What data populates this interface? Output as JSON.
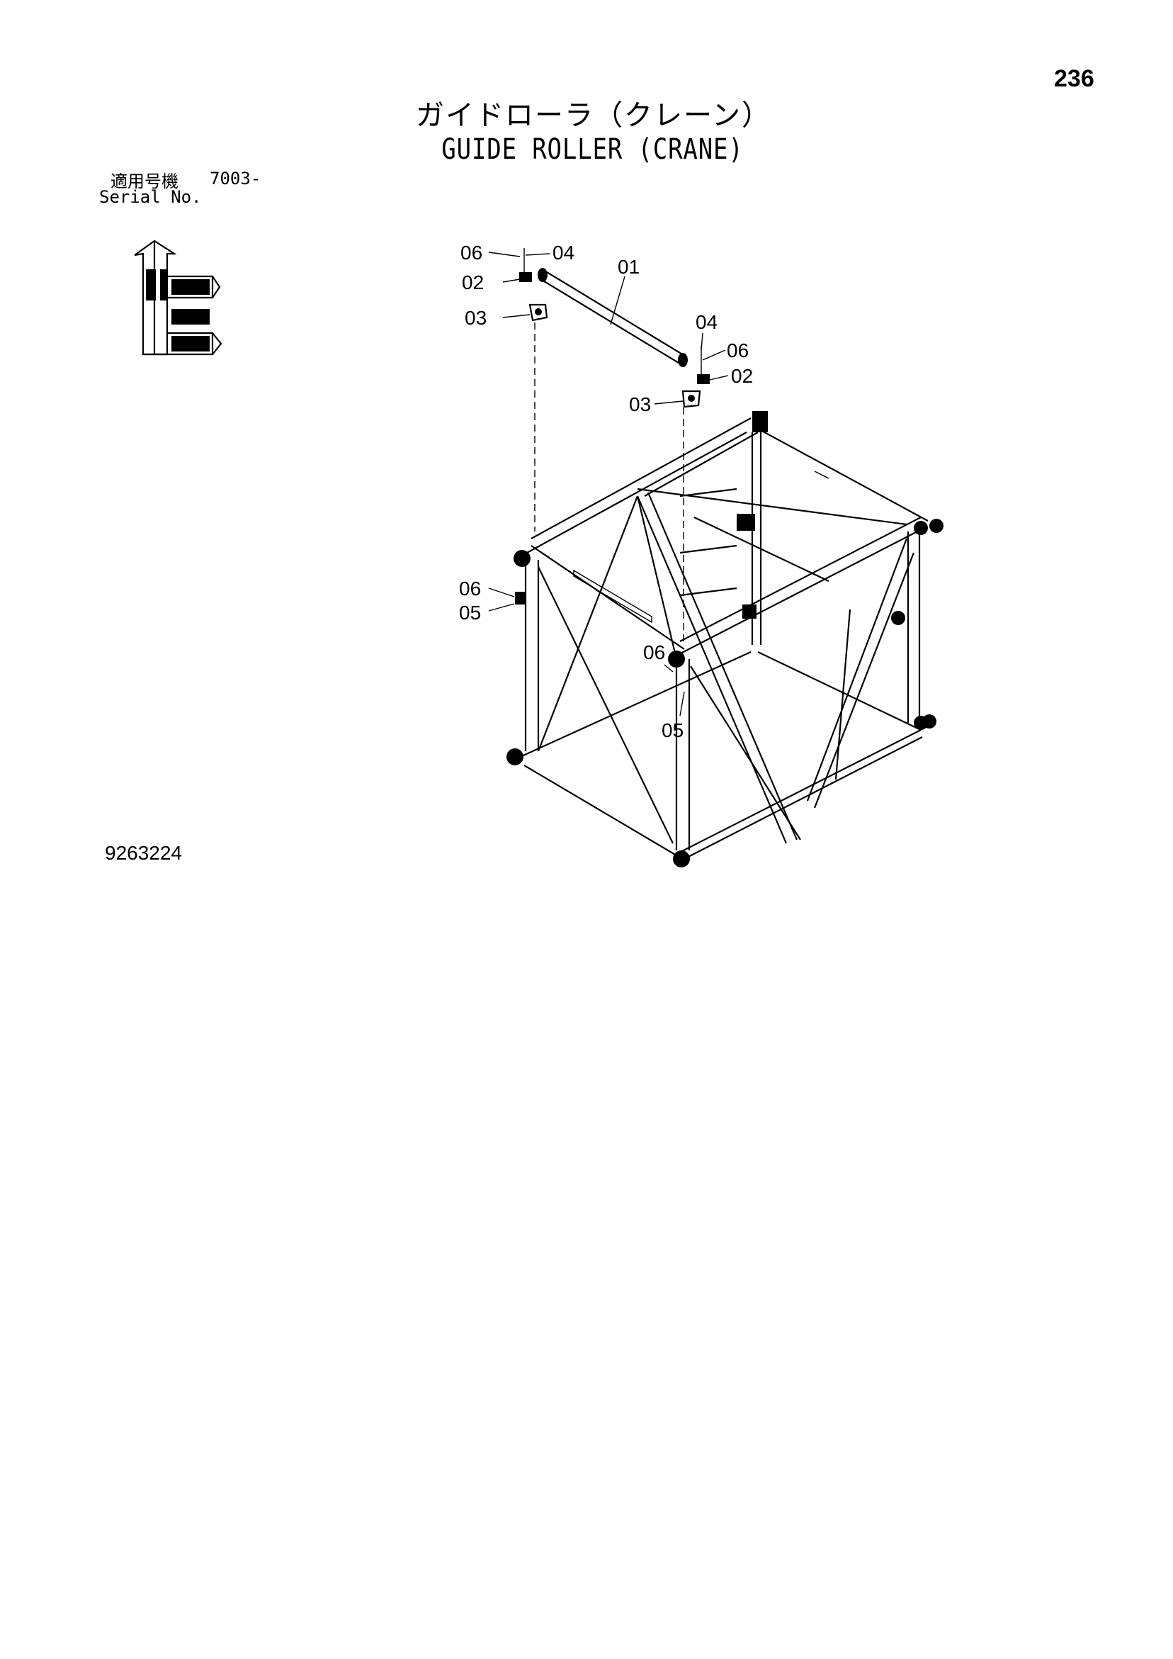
{
  "page_number": "236",
  "title_jp": "ガイドローラ（クレーン）",
  "title_en": "GUIDE ROLLER (CRANE)",
  "serial": {
    "label_jp": "適用号機",
    "value": "7003-",
    "label_en": "Serial No."
  },
  "drawing_number": "9263224",
  "callouts": {
    "c06a": "06",
    "c04a": "04",
    "c01": "01",
    "c02a": "02",
    "c03a": "03",
    "c04b": "04",
    "c06b": "06",
    "c02b": "02",
    "c03b": "03",
    "c06c": "06",
    "c05a": "05",
    "c06d": "06",
    "c05b": "05"
  },
  "colors": {
    "ink": "#000000",
    "paper": "#ffffff"
  },
  "icons": {
    "orientation-diagram": "machine-orientation-icon",
    "lattice-frame": "crane-boom-section-drawing"
  }
}
